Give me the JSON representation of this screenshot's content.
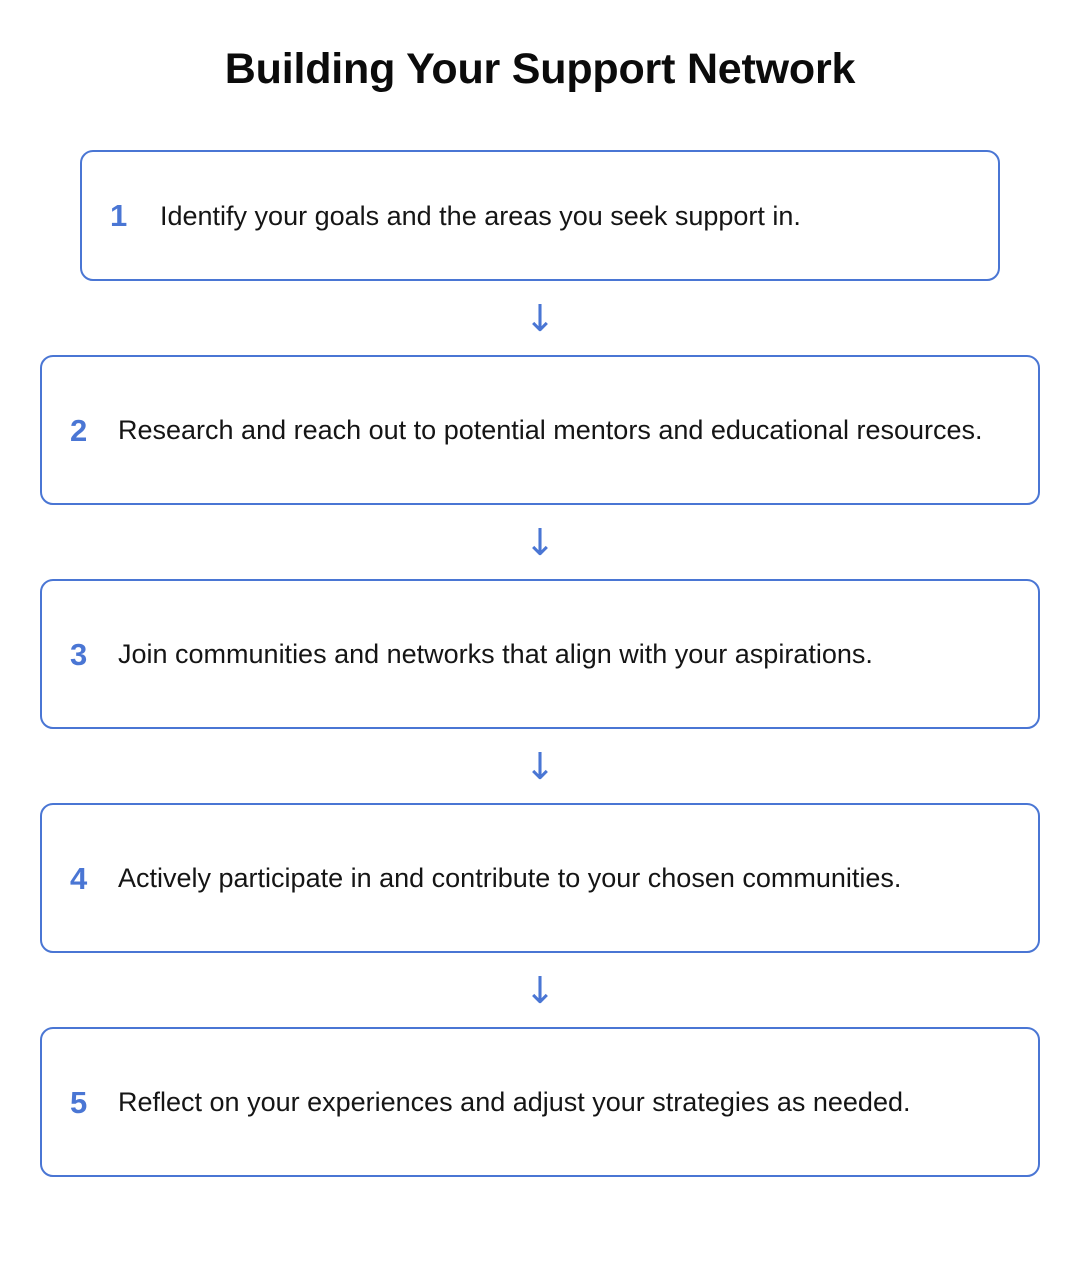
{
  "title": "Building Your Support Network",
  "theme": {
    "background": "#ffffff",
    "accent": "#4a76d4",
    "title_color": "#0b0b0b",
    "body_text_color": "#151515"
  },
  "connector": {
    "icon": "arrow-down-icon",
    "glyph": "↓",
    "color": "#4a76d4"
  },
  "flow": {
    "steps": [
      {
        "number": "1",
        "text": "Identify your goals and the areas you seek support in."
      },
      {
        "number": "2",
        "text": "Research and reach out to potential mentors and educational resources."
      },
      {
        "number": "3",
        "text": "Join communities and networks that align with your aspirations."
      },
      {
        "number": "4",
        "text": "Actively participate in and contribute to your chosen communities."
      },
      {
        "number": "5",
        "text": "Reflect on your experiences and adjust your strategies as needed."
      }
    ]
  }
}
